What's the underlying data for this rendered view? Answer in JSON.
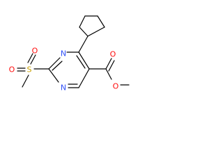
{
  "molecule": {
    "atoms": {
      "n_top": "N",
      "n_bottom": "N",
      "sulfur": "S",
      "o_sulfonyl_top": "O",
      "o_sulfonyl_bottom": "O",
      "o_carbonyl": "O",
      "o_ester": "O"
    },
    "colors": {
      "bond": "#000000",
      "nitrogen": "#3050F8",
      "oxygen": "#FF0D0D",
      "sulfur": "#C8A000"
    }
  }
}
